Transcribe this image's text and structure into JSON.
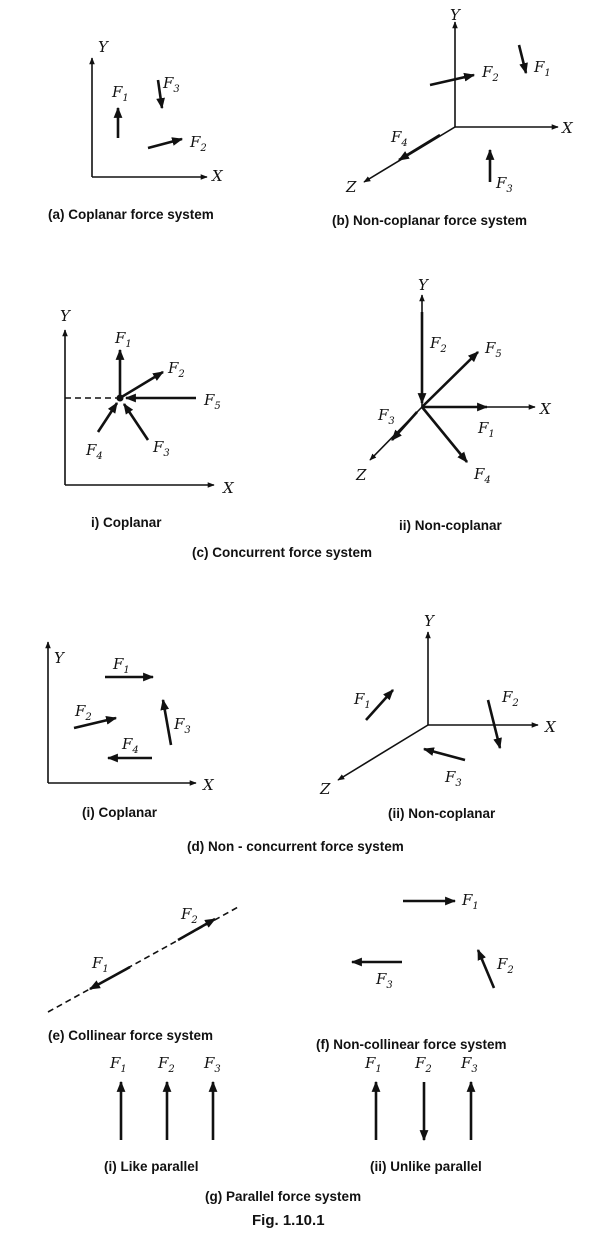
{
  "axes": {
    "x": "X",
    "y": "Y",
    "z": "Z"
  },
  "forces": {
    "F": "F",
    "s1": "1",
    "s2": "2",
    "s3": "3",
    "s4": "4",
    "s5": "5"
  },
  "captions": {
    "a": "(a) Coplanar force system",
    "b": "(b) Non-coplanar force system",
    "c_i": "i) Coplanar",
    "c_ii": "ii) Non-coplanar",
    "c": "(c) Concurrent force system",
    "d_i": "(i) Coplanar",
    "d_ii": "(ii) Non-coplanar",
    "d": "(d) Non - concurrent force system",
    "e": "(e) Collinear force system",
    "f": "(f) Non-collinear force system",
    "g_i": "(i) Like parallel",
    "g_ii": "(ii) Unlike parallel",
    "g": "(g) Parallel force system"
  },
  "figure_label": "Fig. 1.10.1"
}
